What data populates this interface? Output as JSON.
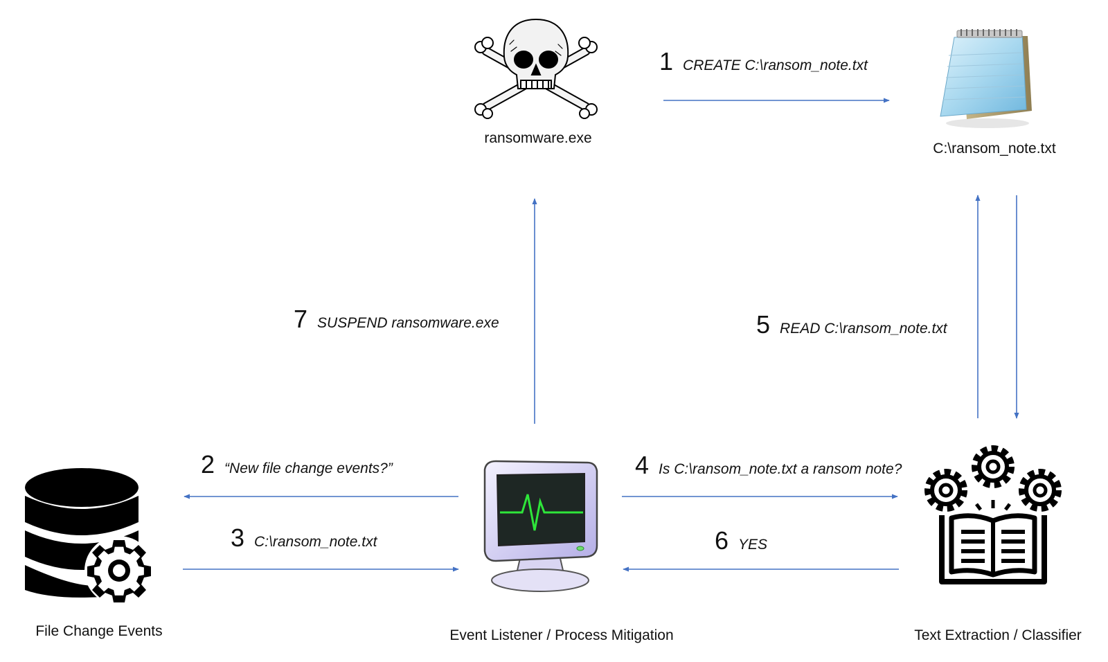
{
  "nodes": {
    "ransomware": {
      "label": "ransomware.exe",
      "icon": "skull-crossbones-icon"
    },
    "ransom_note": {
      "label": "C:\\ransom_note.txt",
      "icon": "notepad-icon"
    },
    "file_change_events": {
      "label": "File Change Events",
      "icon": "database-gear-icon"
    },
    "event_listener": {
      "label": "Event Listener / Process Mitigation",
      "icon": "monitor-heartbeat-icon"
    },
    "classifier": {
      "label": "Text Extraction / Classifier",
      "icon": "book-gears-icon"
    }
  },
  "steps": [
    {
      "num": "1",
      "text": "CREATE C:\\ransom_note.txt"
    },
    {
      "num": "2",
      "text": "“New file change events?”"
    },
    {
      "num": "3",
      "text": "C:\\ransom_note.txt"
    },
    {
      "num": "4",
      "text": "Is C:\\ransom_note.txt a ransom note?"
    },
    {
      "num": "5",
      "text": "READ C:\\ransom_note.txt"
    },
    {
      "num": "6",
      "text": "YES"
    },
    {
      "num": "7",
      "text": "SUSPEND ransomware.exe"
    }
  ],
  "colors": {
    "arrow": "#4472c4",
    "text": "#111111",
    "icon_dark": "#000000"
  }
}
